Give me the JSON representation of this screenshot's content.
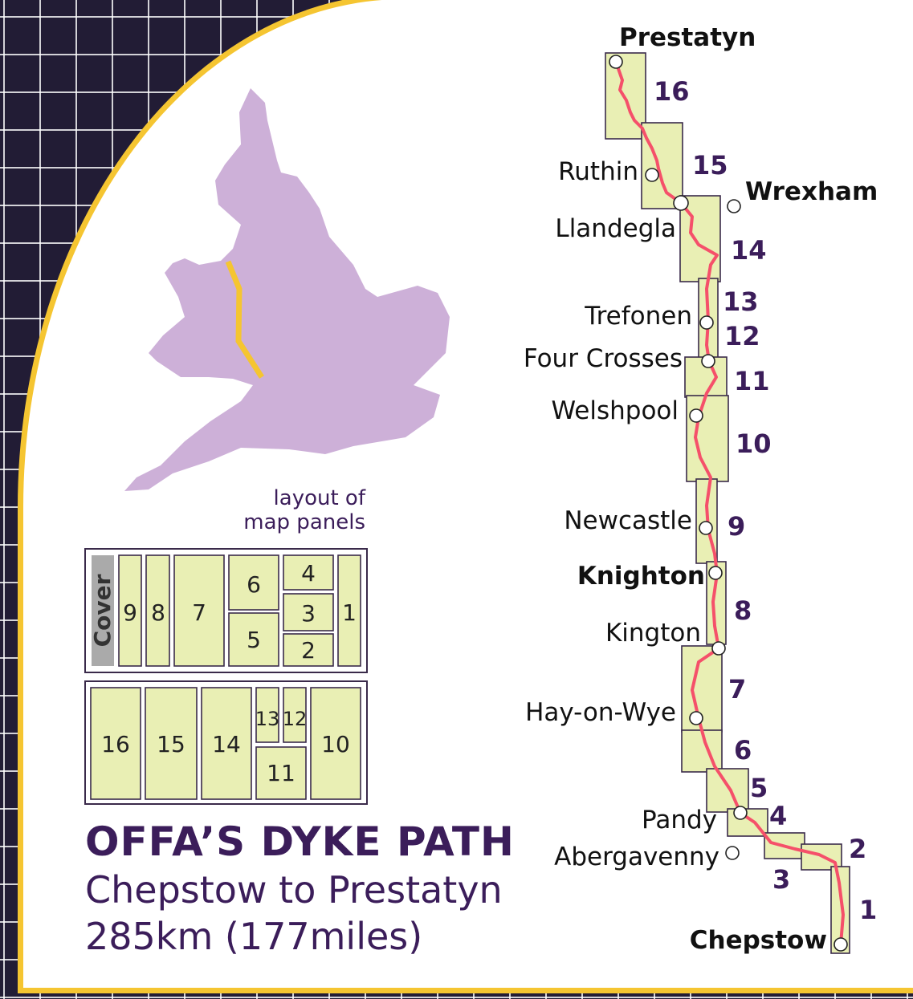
{
  "title": "OFFA’S DYKE PATH",
  "subtitle": "Chepstow to Prestatyn",
  "distance": "285km (177miles)",
  "layout_caption": [
    "layout of",
    "map panels"
  ],
  "layout_panels": {
    "cover": "Cover",
    "side1": [
      "9",
      "8",
      "7",
      "6",
      "5",
      "4",
      "3",
      "2",
      "1"
    ],
    "side2": [
      "16",
      "15",
      "14",
      "13",
      "12",
      "11",
      "10"
    ]
  },
  "route_panels": [
    "16",
    "15",
    "14",
    "13",
    "12",
    "11",
    "10",
    "9",
    "8",
    "7",
    "6",
    "5",
    "4",
    "3",
    "2",
    "1"
  ],
  "places": {
    "prestatyn": "Prestatyn",
    "ruthin": "Ruthin",
    "wrexham": "Wrexham",
    "llandegla": "Llandegla",
    "trefonen": "Trefonen",
    "four_crosses": "Four Crosses",
    "welshpool": "Welshpool",
    "newcastle": "Newcastle",
    "knighton": "Knighton",
    "kington": "Kington",
    "hay": "Hay-on-Wye",
    "pandy": "Pandy",
    "abergavenny": "Abergavenny",
    "chepstow": "Chepstow"
  },
  "colors": {
    "route": "#f5506a",
    "overview_route": "#f5c531",
    "land": "#cdb0d8",
    "panel": "#e9efb4",
    "title": "#3b1d5a",
    "background": "#221c35"
  }
}
